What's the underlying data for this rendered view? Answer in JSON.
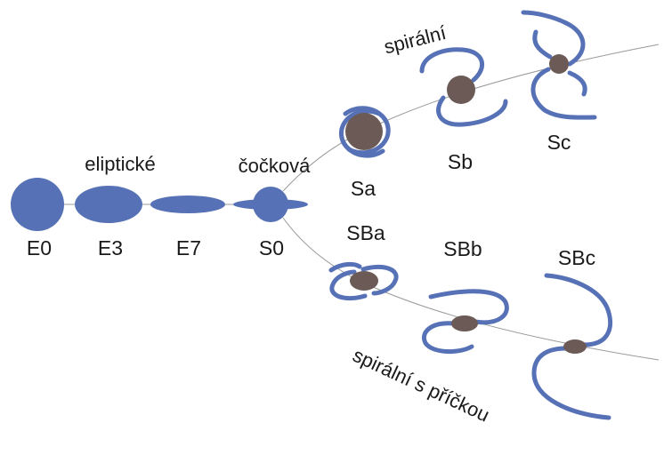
{
  "colors": {
    "galaxy": "#5671b5",
    "core": "#6b5a55",
    "line": "#9a9a9a",
    "text": "#1a1a1a"
  },
  "categories": {
    "elliptical": "eliptické",
    "lenticular": "čočková",
    "spiral": "spirální",
    "barred_spiral": "spirální s příčkou"
  },
  "types": {
    "E0": "E0",
    "E3": "E3",
    "E7": "E7",
    "S0": "S0",
    "Sa": "Sa",
    "Sb": "Sb",
    "Sc": "Sc",
    "SBa": "SBa",
    "SBb": "SBb",
    "SBc": "SBc"
  }
}
